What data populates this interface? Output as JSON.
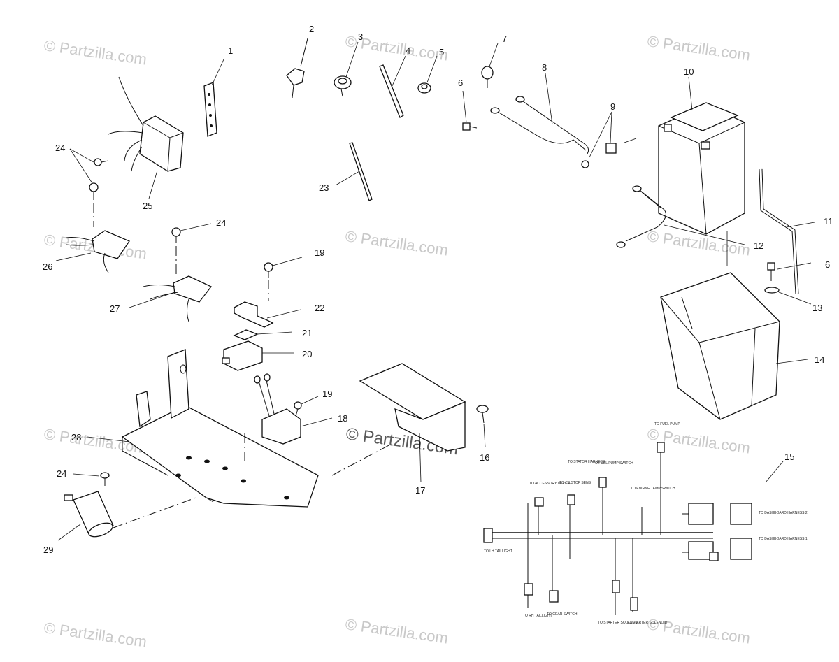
{
  "watermark": {
    "text": "© Partzilla.com"
  },
  "callouts": {
    "c1": "1",
    "c2": "2",
    "c3": "3",
    "c4": "4",
    "c5": "5",
    "c6a": "6",
    "c6b": "6",
    "c7": "7",
    "c8": "8",
    "c9": "9",
    "c10": "10",
    "c11": "11",
    "c12": "12",
    "c13": "13",
    "c14": "14",
    "c15": "15",
    "c16": "16",
    "c17": "17",
    "c18": "18",
    "c19a": "19",
    "c19b": "19",
    "c20": "20",
    "c21": "21",
    "c22": "22",
    "c23": "23",
    "c24a": "24",
    "c24b": "24",
    "c24c": "24",
    "c25": "25",
    "c26": "26",
    "c27": "27",
    "c28": "28",
    "c29": "29"
  },
  "harness_labels": {
    "accessory": "TO ACCESSORY DEVICE",
    "stop": "TO CB STOP SENS",
    "stator": "TO STATOR HARNESS",
    "fuel_pump_switch": "TO FUEL PUMP SWITCH",
    "fuel_pump": "TO FUEL PUMP",
    "temp_switch": "TO ENGINE TEMP SWITCH",
    "taillight": "TO LH TAILLIGHT",
    "rh_taillight": "TO RH TAILLIGHT",
    "gear_switch": "TO GEAR SWITCH",
    "dashboard2": "TO DASHBOARD HARNESS 2",
    "dashboard1": "TO DASHBOARD HARNESS 1",
    "starter_solenoid_a": "TO STARTER SOLENOID",
    "starter_solenoid_b": "TO STARTER SOLENOID"
  }
}
